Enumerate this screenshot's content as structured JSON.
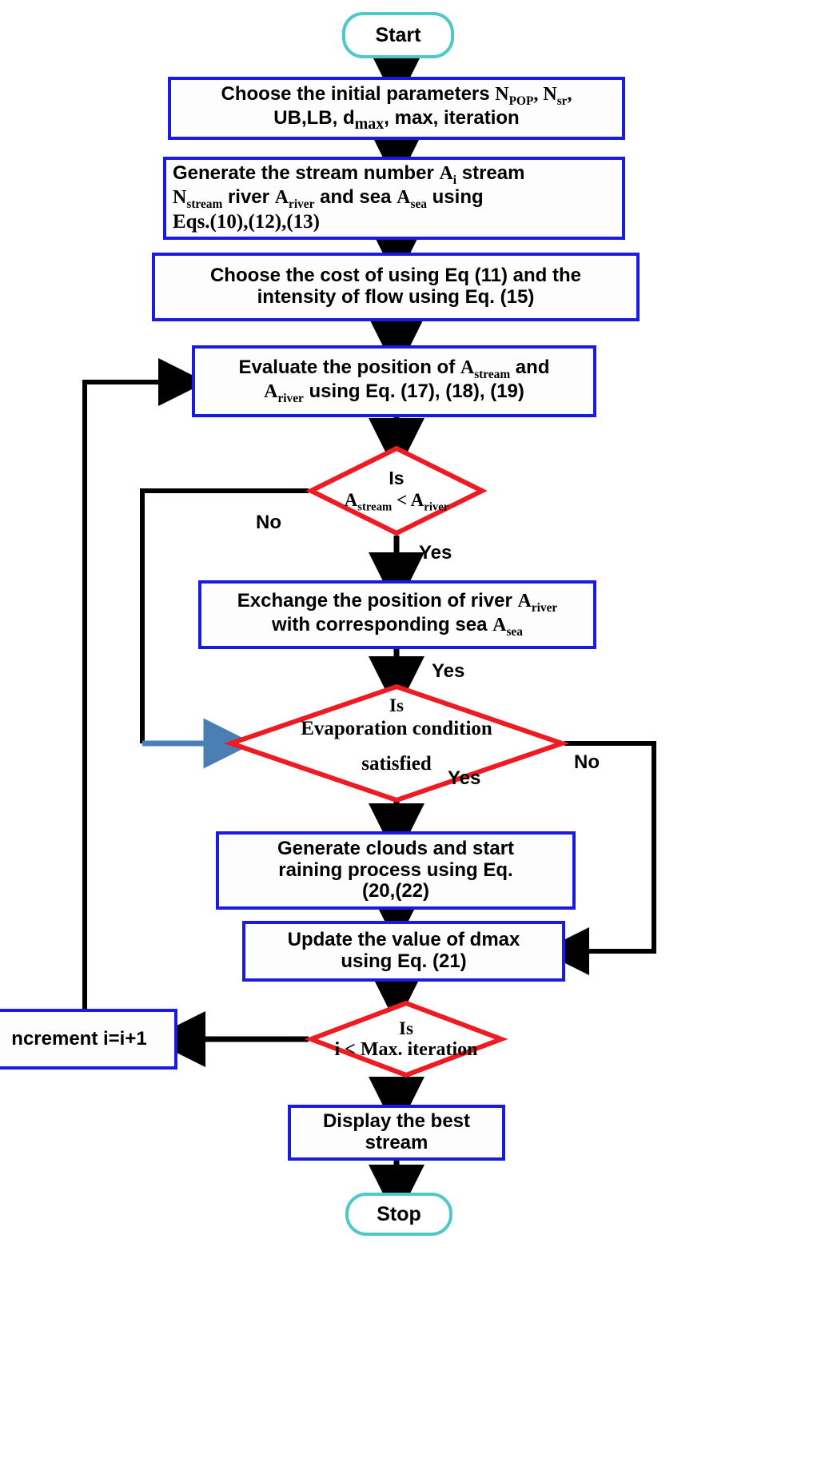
{
  "diagram": {
    "title": "Water Cycle Algorithm Flowchart",
    "colors": {
      "terminal_border": "#4ec8c8",
      "process_border": "#1a1ae0",
      "decision_border": "#ee1c22",
      "arrow_black": "#000000",
      "arrow_blue": "#4a7fb5",
      "background": "#ffffff"
    }
  },
  "nodes": {
    "start": {
      "label": "Start",
      "type": "terminal"
    },
    "stop": {
      "label": "Stop",
      "type": "terminal"
    },
    "p1": {
      "type": "process",
      "line1_a": "Choose the initial parameters",
      "line1_b": "N",
      "line1_b_sub": "POP",
      "line1_c": ", N",
      "line1_c_sub": "sr",
      "line1_d": ",",
      "line2_a": "UB,LB, d",
      "line2_a_sub": "max",
      "line2_b": ", max, iteration"
    },
    "p2": {
      "type": "process",
      "l1_a": "Generate the stream number ",
      "l1_A": "A",
      "l1_A_sub": "i",
      "l1_b": " stream",
      "l2_N": "N",
      "l2_N_sub": "stream",
      "l2_a": "  river ",
      "l2_A": "A",
      "l2_A_sub": "river",
      "l2_b": "   and sea ",
      "l2_S": "A",
      "l2_S_sub": "sea",
      "l2_c": " using",
      "l3": "Eqs.(10),(12),(13)"
    },
    "p3": {
      "type": "process",
      "line1": "Choose the cost of  using Eq (11) and the",
      "line2": "intensity of flow using Eq. (15)"
    },
    "p4": {
      "type": "process",
      "l1_a": "Evaluate the position of ",
      "l1_A": "A",
      "l1_A_sub": "stream",
      "l1_b": " and",
      "l2_A": "A",
      "l2_A_sub": "river",
      "l2_b": " using Eq. (17), (18), (19)"
    },
    "d1": {
      "type": "decision",
      "line1": "Is",
      "l2_A": "A",
      "l2_A_sub": "stream",
      "l2_op": " < ",
      "l2_B": "A",
      "l2_B_sub": "river"
    },
    "p5": {
      "type": "process",
      "l1_a": "Exchange the position of river ",
      "l1_A": "A",
      "l1_A_sub": "river",
      "l2_a": "with corresponding sea ",
      "l2_A": "A",
      "l2_A_sub": "sea"
    },
    "d2": {
      "type": "decision",
      "line1": "Is",
      "line2": "Evaporation condition",
      "line3": "satisfied"
    },
    "p6": {
      "type": "process",
      "line1": "Generate clouds and start",
      "line2": "raining process using Eq.",
      "line3": "(20,(22)"
    },
    "p7": {
      "type": "process",
      "line1": "Update the value of dmax",
      "line2": "using Eq. (21)"
    },
    "d3": {
      "type": "decision",
      "line1": "Is",
      "line2": "i < Max. iteration"
    },
    "p8": {
      "type": "process",
      "label": "ncrement i=i+1"
    },
    "p9": {
      "type": "process",
      "line1": "Display the best",
      "line2": "stream"
    }
  },
  "edge_labels": {
    "d1_no": "No",
    "d1_yes": "Yes",
    "d2_yes_top": "Yes",
    "d2_no": "No",
    "d2_yes_bottom": "Yes"
  }
}
